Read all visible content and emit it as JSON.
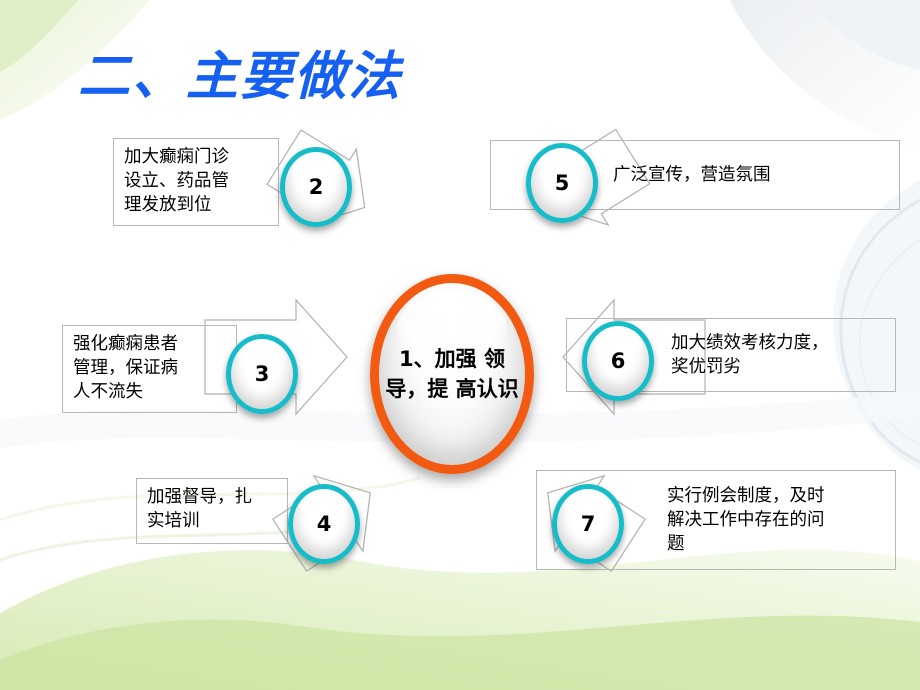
{
  "slide": {
    "title": "二、主要做法",
    "title_color": "#1560f0",
    "background_color": "#ffffff",
    "accent_colors": {
      "node_ring_teal": "#16bcc8",
      "center_ring_orange": "#f15a10",
      "callout_border": "#b7b7b7",
      "swoosh_green": "#cfe6a8",
      "swoosh_gray": "#dfe3e6"
    }
  },
  "diagram": {
    "center_node": {
      "number_label": "1、加强\n领导，提\n高认识",
      "ring_color": "#f15a10"
    },
    "nodes": [
      {
        "id": "node-2",
        "number": "2",
        "text": "加大癫痫门诊\n设立、药品管\n理发放到位",
        "side": "left"
      },
      {
        "id": "node-3",
        "number": "3",
        "text": "强化癫痫患者\n管理，保证病\n人不流失",
        "side": "left"
      },
      {
        "id": "node-4",
        "number": "4",
        "text": "加强督导，扎\n实培训",
        "side": "left"
      },
      {
        "id": "node-5",
        "number": "5",
        "text": "广泛宣传，营造氛围",
        "side": "right"
      },
      {
        "id": "node-6",
        "number": "6",
        "text": "加大绩效考核力度，\n奖优罚劣",
        "side": "right"
      },
      {
        "id": "node-7",
        "number": "7",
        "text": "实行例会制度，及时\n解决工作中存在的问\n题",
        "side": "right"
      }
    ]
  }
}
